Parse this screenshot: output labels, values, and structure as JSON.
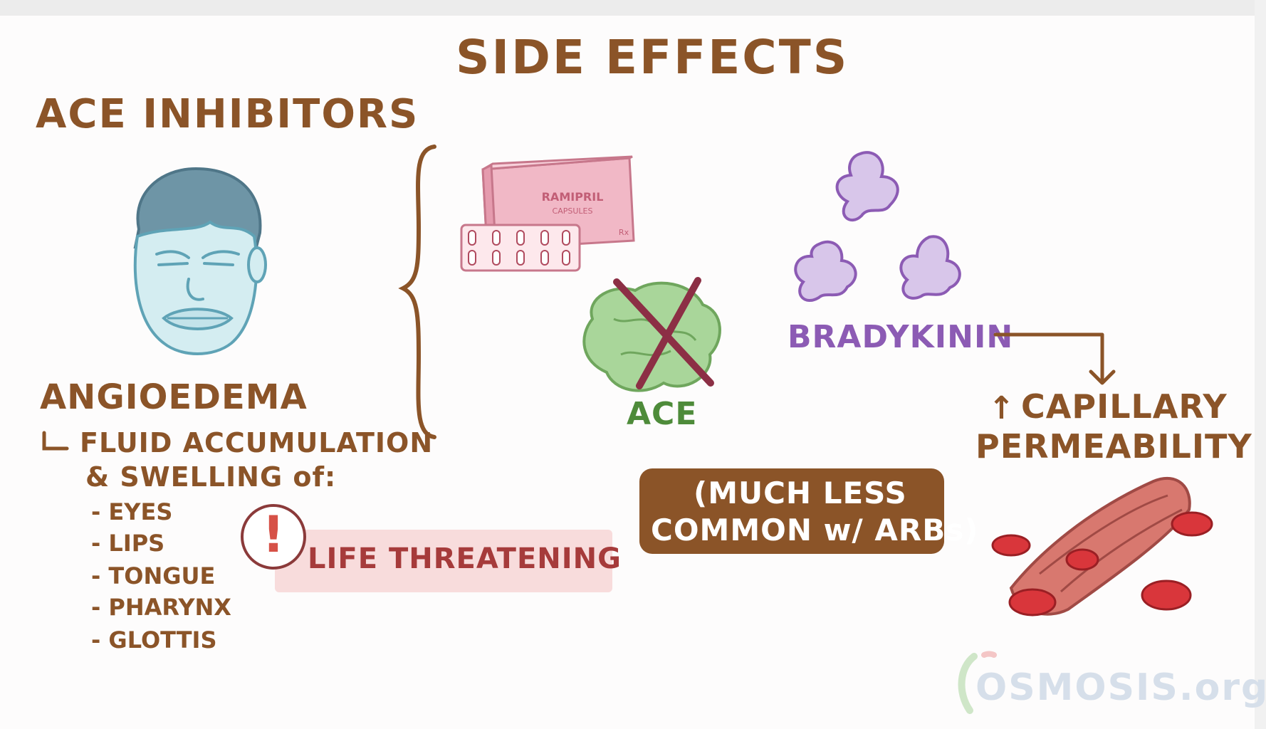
{
  "slide": {
    "title": "SIDE EFFECTS",
    "heading": "ACE INHIBITORS",
    "condition": "ANGIOEDEMA",
    "description_line1": "FLUID ACCUMULATION",
    "description_line2": "& SWELLING of:",
    "symptoms": [
      "- EYES",
      "- LIPS",
      "- TONGUE",
      "- PHARYNX",
      "- GLOTTIS"
    ],
    "warning": "LIFE THREATENING",
    "pill_box_label": "RAMIPRIL",
    "pill_box_sublabel": "CAPSULES",
    "pill_box_rx": "Rx",
    "enzyme_label": "ACE",
    "molecule_label": "BRADYKININ",
    "arrow_up": "↑",
    "effect_line1": "CAPILLARY",
    "effect_line2": "PERMEABILITY",
    "note_line1": "(MUCH LESS",
    "note_line2": "COMMON w/ ARBs)",
    "logo": "OSMOSIS.org"
  },
  "colors": {
    "brown": "#8b5428",
    "green": "#4e8b3a",
    "purple": "#8c5bb4",
    "warning_red": "#a63b3b",
    "warning_bg": "#f8dcdc"
  },
  "icons": [
    "swollen-face-icon",
    "brace-icon",
    "pill-box-icon",
    "ace-enzyme-icon",
    "cross-out-icon",
    "bradykinin-icon",
    "arrow-icon",
    "blood-vessel-icon",
    "alert-icon",
    "osmosis-logo-icon"
  ]
}
